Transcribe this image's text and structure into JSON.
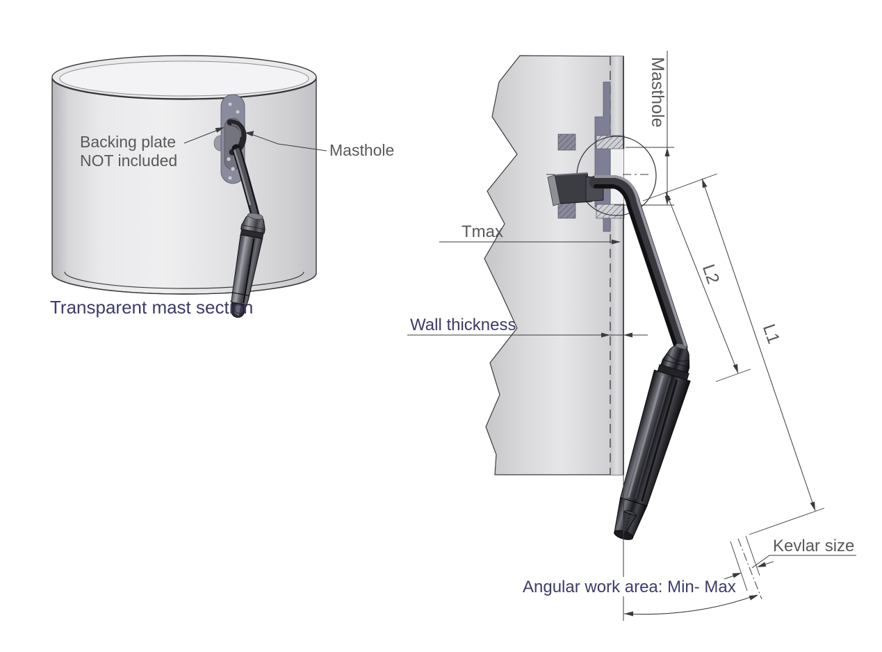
{
  "left_view": {
    "caption": "Transparent mast section",
    "backing_plate_label_line1": "Backing plate",
    "backing_plate_label_line2": "NOT included",
    "masthole_label": "Masthole"
  },
  "right_view": {
    "masthole_label": "Masthole",
    "tmax_label": "Tmax",
    "wall_thickness_label": "Wall thickness",
    "l2_label": "L2",
    "l1_label": "L1",
    "kevlar_label": "Kevlar size",
    "angular_label": "Angular work area: Min- Max"
  },
  "colors": {
    "background": "#ffffff",
    "annotation_gray": "#58585a",
    "annotation_navy": "#3c3c64",
    "line": "#3a3a40",
    "mast_light": "#e9e9eb",
    "plate_purple": "#8b8b9e",
    "fitting_dark": "#2c2c31"
  }
}
